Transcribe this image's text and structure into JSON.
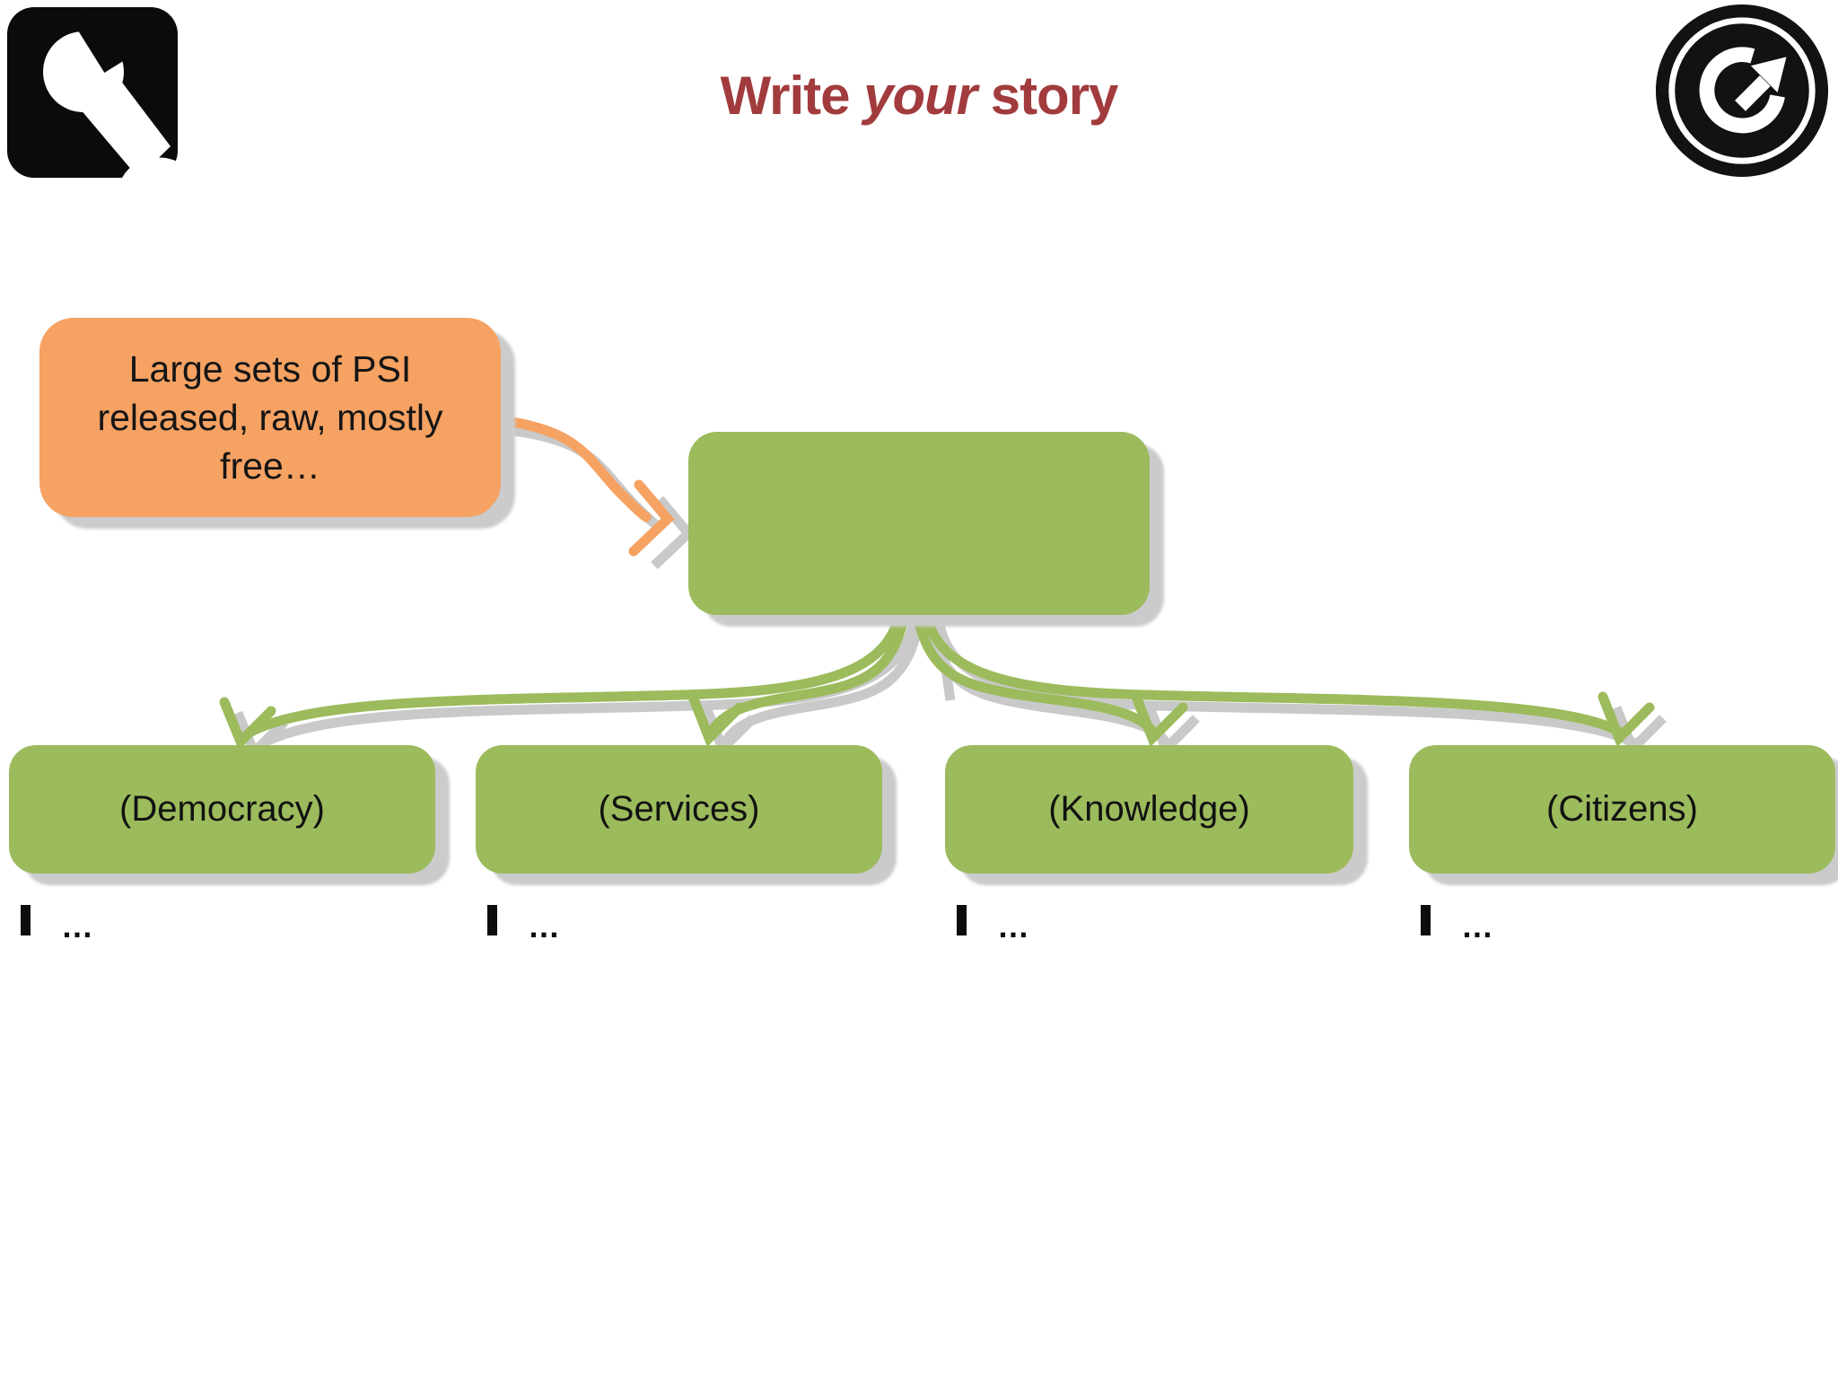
{
  "header": {
    "title": {
      "prefix": "Write",
      "emphasis": "your",
      "suffix": "story"
    },
    "wrench_icon": "wrench-icon",
    "logo_icon": "g-arrow-logo"
  },
  "callout": {
    "text": "Large sets of PSI released, raw, mostly free…"
  },
  "diagram": {
    "root_label": "",
    "branches": [
      {
        "label": "(Democracy)",
        "bullet_text": "…"
      },
      {
        "label": "(Services)",
        "bullet_text": "…"
      },
      {
        "label": "(Knowledge)",
        "bullet_text": "…"
      },
      {
        "label": "(Citizens)",
        "bullet_text": "…"
      }
    ]
  },
  "colors": {
    "accent_green": "#9CBB5C",
    "accent_orange": "#F5A263",
    "title_red": "#A23B3D",
    "shadow_gray": "#CBCBCB",
    "text_black": "#151515"
  }
}
